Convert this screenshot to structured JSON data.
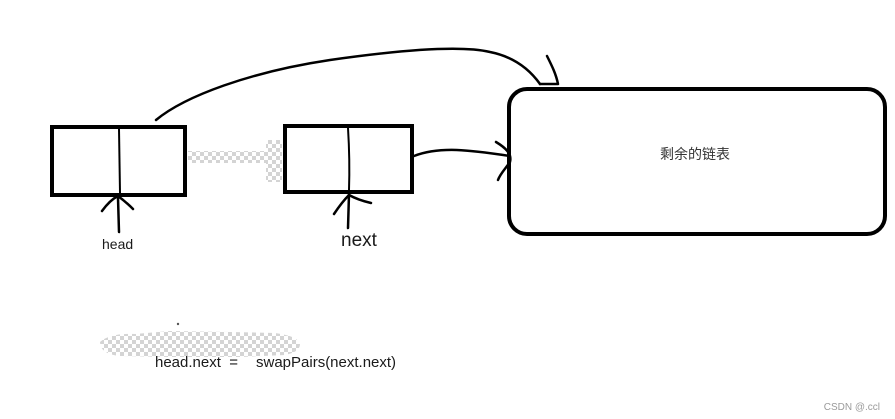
{
  "nodes": {
    "head_label": "head",
    "next_label": "next"
  },
  "rest_list": {
    "label": "剩余的链表"
  },
  "code": {
    "assign_left": "head.next  =",
    "assign_right": "swapPairs(next.next)"
  },
  "watermark": "CSDN @.ccl",
  "colors": {
    "stroke": "#000000",
    "checker_light": "#ffffff",
    "checker_dark": "#d6d6d6"
  }
}
